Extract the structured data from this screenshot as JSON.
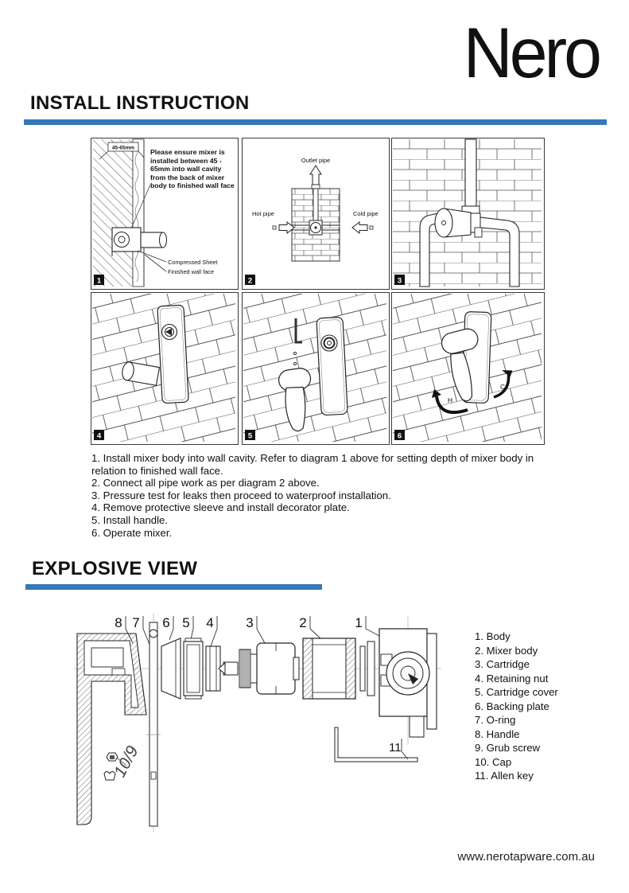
{
  "brand": {
    "logo": "Nero"
  },
  "headings": {
    "install": "INSTALL INSTRUCTION",
    "explosive": "EXPLOSIVE VIEW"
  },
  "colors": {
    "accent_blue": "#3579b8",
    "ink": "#1a1a1a"
  },
  "diagrams": {
    "d1": {
      "num": "1",
      "dim": "45-65mm",
      "note": "Please ensure mixer is installed between 45 - 65mm into wall cavity from the back of mixer body to finished wall face",
      "label_sheet": "Compressed Sheet",
      "label_face": "Finished wall face"
    },
    "d2": {
      "num": "2",
      "outlet": "Outlet pipe",
      "hot": "Hot pipe",
      "cold": "Cold pipe"
    },
    "d3": {
      "num": "3"
    },
    "d4": {
      "num": "4"
    },
    "d5": {
      "num": "5"
    },
    "d6": {
      "num": "6",
      "hot_letter": "H",
      "cold_letter": "C"
    }
  },
  "steps": [
    "1. Install mixer body into wall cavity. Refer to diagram 1 above for setting depth of mixer body in relation to finished wall face.",
    "2. Connect all pipe work as per diagram 2 above.",
    "3. Pressure test for leaks then proceed to waterproof installation.",
    "4. Remove protective sleeve and install decorator plate.",
    "5. Install handle.",
    "6. Operate mixer."
  ],
  "explosive": {
    "callouts": [
      "8",
      "7",
      "6",
      "5",
      "4",
      "3",
      "2",
      "1"
    ],
    "callout_109": "10/9",
    "callout_11": "11",
    "parts": [
      "1. Body",
      "2. Mixer body",
      "3. Cartridge",
      "4. Retaining nut",
      "5. Cartridge cover",
      "6. Backing plate",
      "7. O-ring",
      "8. Handle",
      "9. Grub screw",
      "10. Cap",
      "11. Allen key"
    ]
  },
  "footer": {
    "website": "www.nerotapware.com.au"
  }
}
